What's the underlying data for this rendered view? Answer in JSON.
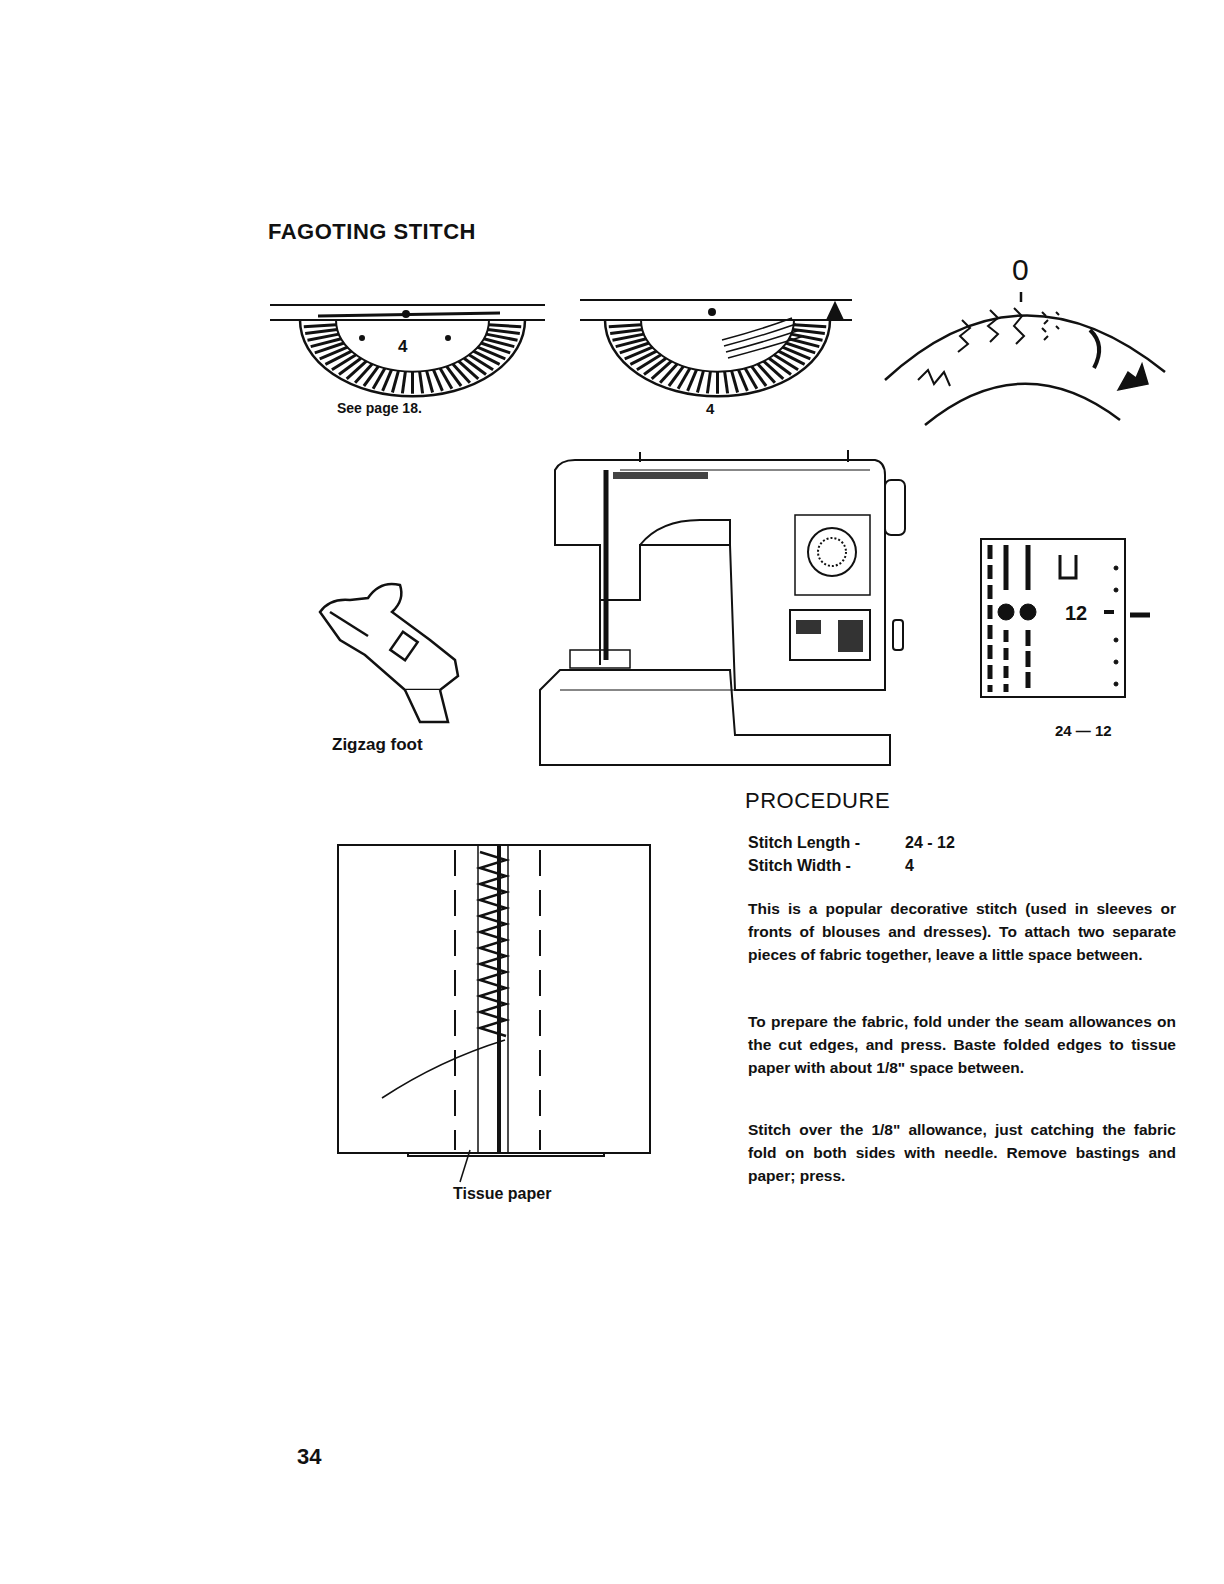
{
  "diagram": {
    "title": "FAGOTING STITCH",
    "nodes": [
      {
        "text": [
          "12"
        ]
      }
    ],
    "edges": [],
    "labels": [
      "4",
      "See page 18.",
      "4",
      "0",
      "Zigzag foot",
      "24 — 12",
      "PROCEDURE",
      "Stitch Length -",
      "24 - 12",
      "Stitch Width -",
      "4",
      "This is a popular decorative stitch (used in sleeves or fronts of blouses and dresses). To attach two separate pieces of fabric together, leave a little space between.",
      "To prepare the fabric, fold under the seam allowances on the cut edges, and press. Baste folded edges to tissue paper with about 1/8\" space between.",
      "Stitch over the 1/8\" allowance, just catching the fabric fold on both sides with needle. Remove bastings and paper; press.",
      "Tissue paper",
      "34"
    ]
  }
}
